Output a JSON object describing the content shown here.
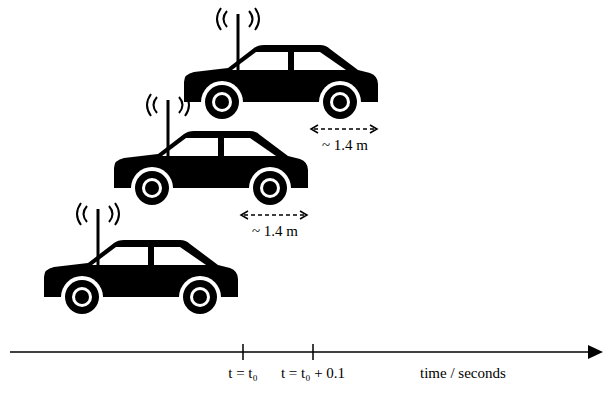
{
  "diagram": {
    "labels": [
      "~ 1.4 m",
      "~ 1.4 m",
      "t = t₀",
      "t = t₀ + 0.1",
      "time / seconds"
    ]
  }
}
